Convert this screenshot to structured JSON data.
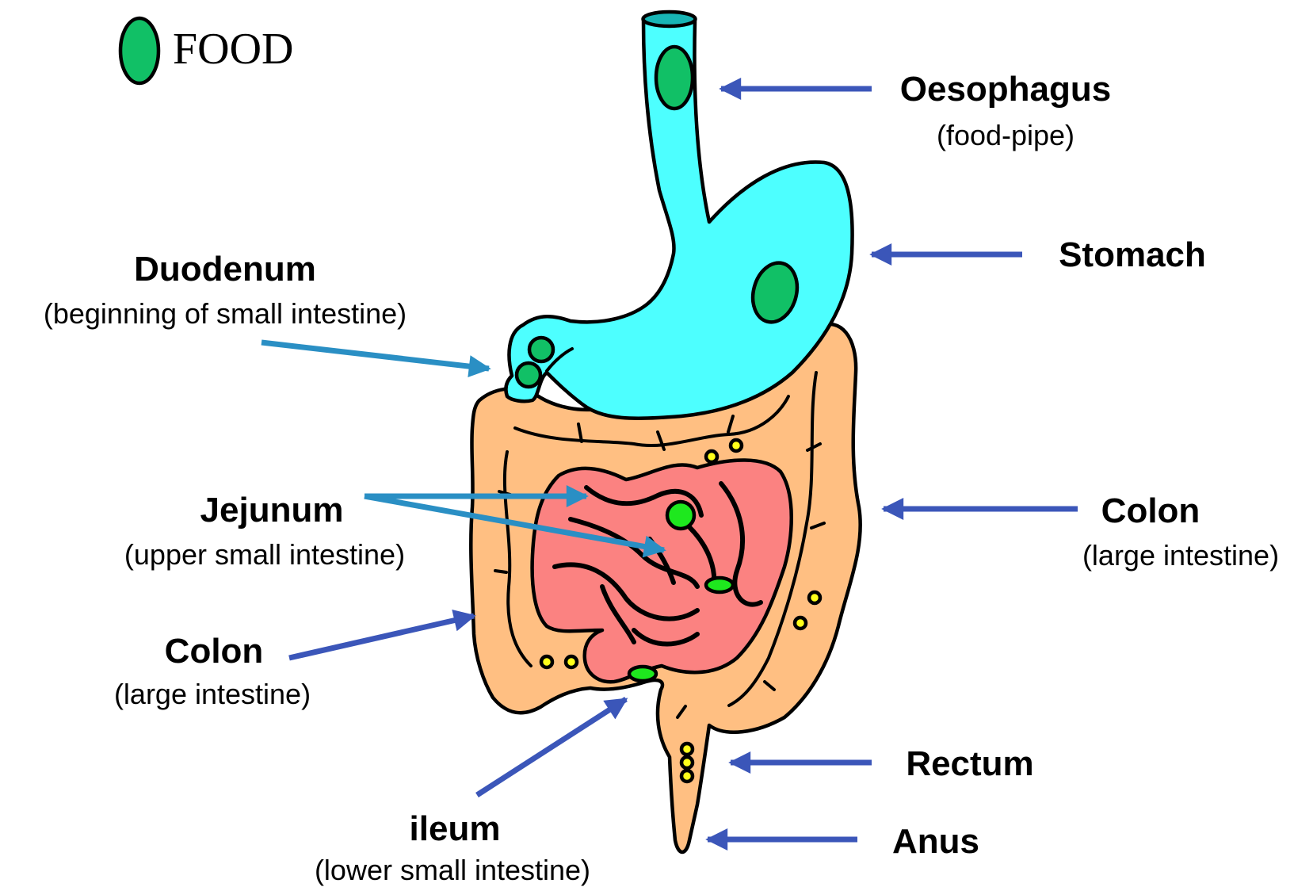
{
  "legend": {
    "label": "FOOD",
    "color": "#11c066"
  },
  "colors": {
    "oesophagus_stomach": "#4dffff",
    "colon": "#ffbf82",
    "small_intestine": "#fb8281",
    "food": "#11c066",
    "bright_food": "#1ee81e",
    "waste": "#ffff1a",
    "arrow_blue": "#3b56b9",
    "arrow_teal": "#2a8fc4"
  },
  "labels": {
    "oesophagus": {
      "title": "Oesophagus",
      "subtitle": "(food-pipe)"
    },
    "stomach": {
      "title": "Stomach"
    },
    "duodenum": {
      "title": "Duodenum",
      "subtitle": "(beginning of small intestine)"
    },
    "jejunum": {
      "title": "Jejunum",
      "subtitle": "(upper small intestine)"
    },
    "colon_right": {
      "title": "Colon",
      "subtitle": "(large intestine)"
    },
    "colon_left": {
      "title": "Colon",
      "subtitle": "(large intestine)"
    },
    "rectum": {
      "title": "Rectum"
    },
    "anus": {
      "title": "Anus"
    },
    "ileum": {
      "title": "ileum",
      "subtitle": "(lower small intestine)"
    }
  }
}
